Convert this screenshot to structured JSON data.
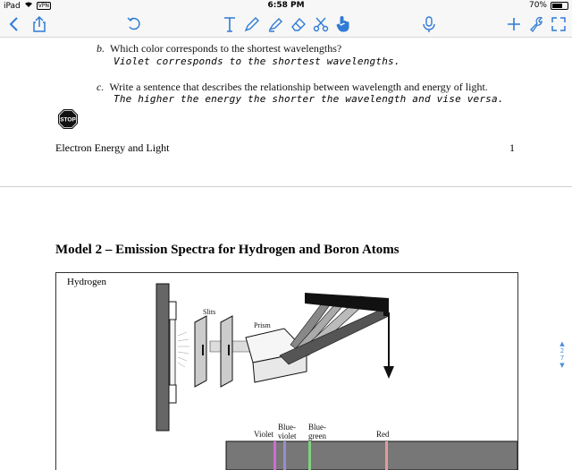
{
  "status": {
    "device": "iPad",
    "vpn": "VPN",
    "time": "6:58 PM",
    "battery": "70%"
  },
  "toolbar": {
    "icons": [
      "back-chevron-icon",
      "share-icon",
      "undo-icon",
      "text-tool-icon",
      "pen-icon",
      "highlighter-icon",
      "eraser-icon",
      "scissors-icon",
      "hand-pointer-icon",
      "microphone-icon",
      "add-icon",
      "wrench-icon",
      "fullscreen-icon"
    ]
  },
  "doc": {
    "q_b_letter": "b.",
    "q_b": "Which color corresponds to the shortest wavelengths?",
    "a_b": "Violet corresponds to the shortest wavelengths.",
    "q_c_letter": "c.",
    "q_c": "Write a sentence that describes the relationship between wavelength and energy of light.",
    "a_c": "The higher the energy the shorter the wavelength and vise versa.",
    "stop": "STOP",
    "footer_left": "Electron Energy and Light",
    "footer_right": "1",
    "model_title": "Model 2 – Emission Spectra for Hydrogen and Boron Atoms",
    "figure_label": "Hydrogen",
    "labels": {
      "slits": "Slits",
      "prism": "Prism",
      "violet": "Violet",
      "blue_violet_1": "Blue-",
      "blue_violet_2": "violet",
      "blue_green_1": "Blue-",
      "blue_green_2": "green",
      "red": "Red"
    }
  },
  "scroll": {
    "page_current": "2",
    "page_total": "7"
  },
  "colors": {
    "accent": "#2f7bd6",
    "violet": "#d36ad3",
    "blue_violet": "#9a8bd1",
    "blue_green": "#7ed37e",
    "red": "#e39a9a"
  }
}
